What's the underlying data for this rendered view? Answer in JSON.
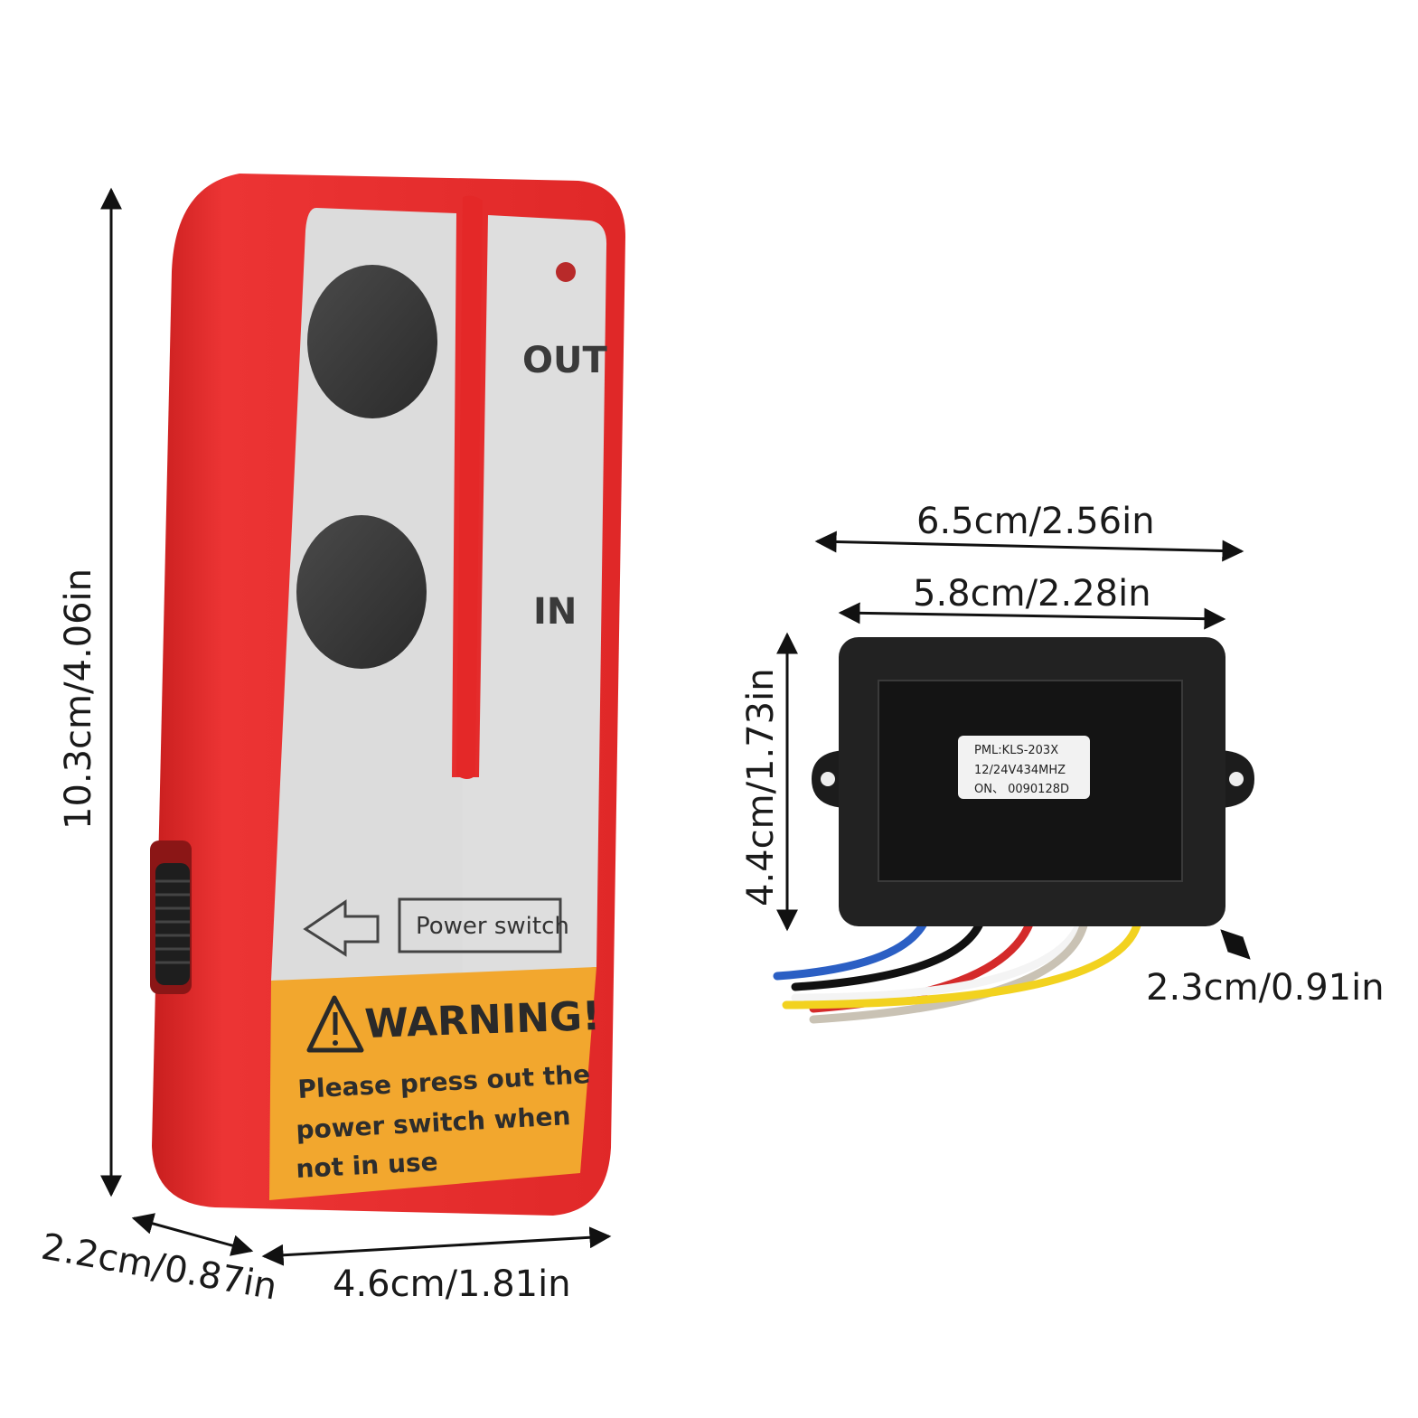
{
  "remote": {
    "out_label": "OUT",
    "in_label": "IN",
    "power_switch_label": "Power switch",
    "warning_title": "WARNING!",
    "warning_lines": [
      "Please press out the",
      "power switch when",
      "not  in use"
    ],
    "colors": {
      "shell": "#e52a2a",
      "panel": "#d9d9d9",
      "warning": "#f2a72e",
      "button": "#3a3a3a"
    }
  },
  "receiver": {
    "tag_lines": [
      "PML:KLS-203X",
      "12/24V434MHZ",
      "ON、 0090128D"
    ],
    "wire_colors": [
      "#2b5fc4",
      "#111111",
      "#d42a2a",
      "#ffffff",
      "#c9c2b4",
      "#f2d21f"
    ]
  },
  "dimensions": {
    "remote_height": "10.3cm/4.06in",
    "remote_depth": "2.2cm/0.87in",
    "remote_width": "4.6cm/1.81in",
    "receiver_total_width": "6.5cm/2.56in",
    "receiver_body_width": "5.8cm/2.28in",
    "receiver_height": "4.4cm/1.73in",
    "receiver_depth": "2.3cm/0.91in"
  }
}
